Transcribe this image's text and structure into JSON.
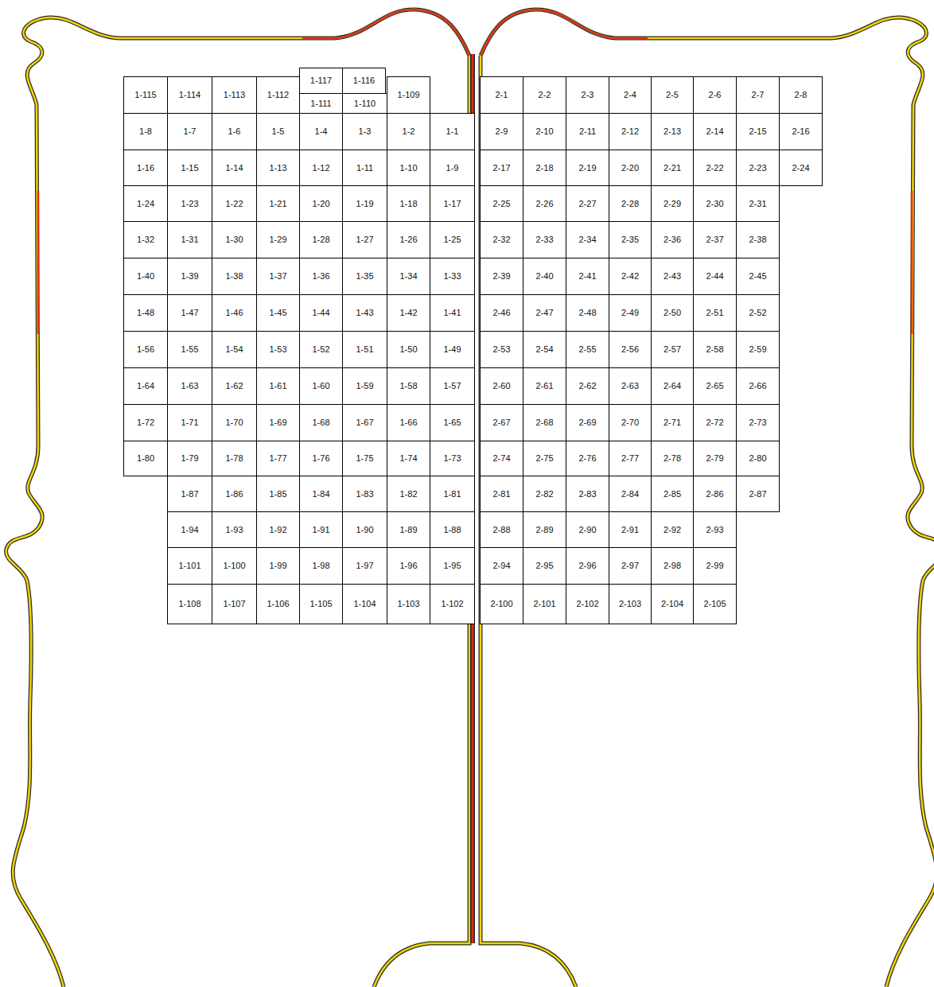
{
  "diagram": {
    "nodes": [
      {
        "text": [
          "1-117"
        ]
      },
      {
        "text": [
          "1-116"
        ]
      },
      {
        "text": [
          "1-115"
        ]
      },
      {
        "text": [
          "1-114"
        ]
      },
      {
        "text": [
          "1-113"
        ]
      },
      {
        "text": [
          "1-112"
        ]
      },
      {
        "text": [
          "1-111"
        ]
      },
      {
        "text": [
          "1-110"
        ]
      },
      {
        "text": [
          "1-109"
        ]
      },
      {
        "text": [
          "2-1"
        ]
      },
      {
        "text": [
          "2-2"
        ]
      },
      {
        "text": [
          "2-3"
        ]
      },
      {
        "text": [
          "2-4"
        ]
      },
      {
        "text": [
          "2-5"
        ]
      },
      {
        "text": [
          "2-6"
        ]
      },
      {
        "text": [
          "2-7"
        ]
      },
      {
        "text": [
          "2-8"
        ]
      },
      {
        "text": [
          "1-8"
        ]
      },
      {
        "text": [
          "1-7"
        ]
      },
      {
        "text": [
          "1-6"
        ]
      },
      {
        "text": [
          "1-5"
        ]
      },
      {
        "text": [
          "1-4"
        ]
      },
      {
        "text": [
          "1-3"
        ]
      },
      {
        "text": [
          "1-2"
        ]
      },
      {
        "text": [
          "1-1"
        ]
      },
      {
        "text": [
          "2-9"
        ]
      },
      {
        "text": [
          "2-10"
        ]
      },
      {
        "text": [
          "2-11"
        ]
      },
      {
        "text": [
          "2-12"
        ]
      },
      {
        "text": [
          "2-13"
        ]
      },
      {
        "text": [
          "2-14"
        ]
      },
      {
        "text": [
          "2-15"
        ]
      },
      {
        "text": [
          "2-16"
        ]
      },
      {
        "text": [
          "1-16"
        ]
      },
      {
        "text": [
          "1-15"
        ]
      },
      {
        "text": [
          "1-14"
        ]
      },
      {
        "text": [
          "1-13"
        ]
      },
      {
        "text": [
          "1-12"
        ]
      },
      {
        "text": [
          "1-11"
        ]
      },
      {
        "text": [
          "1-10"
        ]
      },
      {
        "text": [
          "1-9"
        ]
      },
      {
        "text": [
          "2-17"
        ]
      },
      {
        "text": [
          "2-18"
        ]
      },
      {
        "text": [
          "2-19"
        ]
      },
      {
        "text": [
          "2-20"
        ]
      },
      {
        "text": [
          "2-21"
        ]
      },
      {
        "text": [
          "2-22"
        ]
      },
      {
        "text": [
          "2-23"
        ]
      },
      {
        "text": [
          "2-24"
        ]
      },
      {
        "text": [
          "1-24"
        ]
      },
      {
        "text": [
          "1-23"
        ]
      },
      {
        "text": [
          "1-22"
        ]
      },
      {
        "text": [
          "1-21"
        ]
      },
      {
        "text": [
          "1-20"
        ]
      },
      {
        "text": [
          "1-19"
        ]
      },
      {
        "text": [
          "1-18"
        ]
      },
      {
        "text": [
          "1-17"
        ]
      },
      {
        "text": [
          "2-25"
        ]
      },
      {
        "text": [
          "2-26"
        ]
      },
      {
        "text": [
          "2-27"
        ]
      },
      {
        "text": [
          "2-28"
        ]
      },
      {
        "text": [
          "2-29"
        ]
      },
      {
        "text": [
          "2-30"
        ]
      },
      {
        "text": [
          "2-31"
        ]
      },
      {
        "text": [
          "1-32"
        ]
      },
      {
        "text": [
          "1-31"
        ]
      },
      {
        "text": [
          "1-30"
        ]
      },
      {
        "text": [
          "1-29"
        ]
      },
      {
        "text": [
          "1-28"
        ]
      },
      {
        "text": [
          "1-27"
        ]
      },
      {
        "text": [
          "1-26"
        ]
      },
      {
        "text": [
          "1-25"
        ]
      },
      {
        "text": [
          "2-32"
        ]
      },
      {
        "text": [
          "2-33"
        ]
      },
      {
        "text": [
          "2-34"
        ]
      },
      {
        "text": [
          "2-35"
        ]
      },
      {
        "text": [
          "2-36"
        ]
      },
      {
        "text": [
          "2-37"
        ]
      },
      {
        "text": [
          "2-38"
        ]
      },
      {
        "text": [
          "1-40"
        ]
      },
      {
        "text": [
          "1-39"
        ]
      },
      {
        "text": [
          "1-38"
        ]
      },
      {
        "text": [
          "1-37"
        ]
      },
      {
        "text": [
          "1-36"
        ]
      },
      {
        "text": [
          "1-35"
        ]
      },
      {
        "text": [
          "1-34"
        ]
      },
      {
        "text": [
          "1-33"
        ]
      },
      {
        "text": [
          "2-39"
        ]
      },
      {
        "text": [
          "2-40"
        ]
      },
      {
        "text": [
          "2-41"
        ]
      },
      {
        "text": [
          "2-42"
        ]
      },
      {
        "text": [
          "2-43"
        ]
      },
      {
        "text": [
          "2-44"
        ]
      },
      {
        "text": [
          "2-45"
        ]
      },
      {
        "text": [
          "1-48"
        ]
      },
      {
        "text": [
          "1-47"
        ]
      },
      {
        "text": [
          "1-46"
        ]
      },
      {
        "text": [
          "1-45"
        ]
      },
      {
        "text": [
          "1-44"
        ]
      },
      {
        "text": [
          "1-43"
        ]
      },
      {
        "text": [
          "1-42"
        ]
      },
      {
        "text": [
          "1-41"
        ]
      },
      {
        "text": [
          "2-46"
        ]
      },
      {
        "text": [
          "2-47"
        ]
      },
      {
        "text": [
          "2-48"
        ]
      },
      {
        "text": [
          "2-49"
        ]
      },
      {
        "text": [
          "2-50"
        ]
      },
      {
        "text": [
          "2-51"
        ]
      },
      {
        "text": [
          "2-52"
        ]
      },
      {
        "text": [
          "1-56"
        ]
      },
      {
        "text": [
          "1-55"
        ]
      },
      {
        "text": [
          "1-54"
        ]
      },
      {
        "text": [
          "1-53"
        ]
      },
      {
        "text": [
          "1-52"
        ]
      },
      {
        "text": [
          "1-51"
        ]
      },
      {
        "text": [
          "1-50"
        ]
      },
      {
        "text": [
          "1-49"
        ]
      },
      {
        "text": [
          "2-53"
        ]
      },
      {
        "text": [
          "2-54"
        ]
      },
      {
        "text": [
          "2-55"
        ]
      },
      {
        "text": [
          "2-56"
        ]
      },
      {
        "text": [
          "2-57"
        ]
      },
      {
        "text": [
          "2-58"
        ]
      },
      {
        "text": [
          "2-59"
        ]
      },
      {
        "text": [
          "1-64"
        ]
      },
      {
        "text": [
          "1-63"
        ]
      },
      {
        "text": [
          "1-62"
        ]
      },
      {
        "text": [
          "1-61"
        ]
      },
      {
        "text": [
          "1-60"
        ]
      },
      {
        "text": [
          "1-59"
        ]
      },
      {
        "text": [
          "1-58"
        ]
      },
      {
        "text": [
          "1-57"
        ]
      },
      {
        "text": [
          "2-60"
        ]
      },
      {
        "text": [
          "2-61"
        ]
      },
      {
        "text": [
          "2-62"
        ]
      },
      {
        "text": [
          "2-63"
        ]
      },
      {
        "text": [
          "2-64"
        ]
      },
      {
        "text": [
          "2-65"
        ]
      },
      {
        "text": [
          "2-66"
        ]
      },
      {
        "text": [
          "1-72"
        ]
      },
      {
        "text": [
          "1-71"
        ]
      },
      {
        "text": [
          "1-70"
        ]
      },
      {
        "text": [
          "1-69"
        ]
      },
      {
        "text": [
          "1-68"
        ]
      },
      {
        "text": [
          "1-67"
        ]
      },
      {
        "text": [
          "1-66"
        ]
      },
      {
        "text": [
          "1-65"
        ]
      },
      {
        "text": [
          "2-67"
        ]
      },
      {
        "text": [
          "2-68"
        ]
      },
      {
        "text": [
          "2-69"
        ]
      },
      {
        "text": [
          "2-70"
        ]
      },
      {
        "text": [
          "2-71"
        ]
      },
      {
        "text": [
          "2-72"
        ]
      },
      {
        "text": [
          "2-73"
        ]
      },
      {
        "text": [
          "1-80"
        ]
      },
      {
        "text": [
          "1-79"
        ]
      },
      {
        "text": [
          "1-78"
        ]
      },
      {
        "text": [
          "1-77"
        ]
      },
      {
        "text": [
          "1-76"
        ]
      },
      {
        "text": [
          "1-75"
        ]
      },
      {
        "text": [
          "1-74"
        ]
      },
      {
        "text": [
          "1-73"
        ]
      },
      {
        "text": [
          "2-74"
        ]
      },
      {
        "text": [
          "2-75"
        ]
      },
      {
        "text": [
          "2-76"
        ]
      },
      {
        "text": [
          "2-77"
        ]
      },
      {
        "text": [
          "2-78"
        ]
      },
      {
        "text": [
          "2-79"
        ]
      },
      {
        "text": [
          "2-80"
        ]
      },
      {
        "text": [
          "1-87"
        ]
      },
      {
        "text": [
          "1-86"
        ]
      },
      {
        "text": [
          "1-85"
        ]
      },
      {
        "text": [
          "1-84"
        ]
      },
      {
        "text": [
          "1-83"
        ]
      },
      {
        "text": [
          "1-82"
        ]
      },
      {
        "text": [
          "1-81"
        ]
      },
      {
        "text": [
          "2-81"
        ]
      },
      {
        "text": [
          "2-82"
        ]
      },
      {
        "text": [
          "2-83"
        ]
      },
      {
        "text": [
          "2-84"
        ]
      },
      {
        "text": [
          "2-85"
        ]
      },
      {
        "text": [
          "2-86"
        ]
      },
      {
        "text": [
          "2-87"
        ]
      },
      {
        "text": [
          "1-94"
        ]
      },
      {
        "text": [
          "1-93"
        ]
      },
      {
        "text": [
          "1-92"
        ]
      },
      {
        "text": [
          "1-91"
        ]
      },
      {
        "text": [
          "1-90"
        ]
      },
      {
        "text": [
          "1-89"
        ]
      },
      {
        "text": [
          "1-88"
        ]
      },
      {
        "text": [
          "2-88"
        ]
      },
      {
        "text": [
          "2-89"
        ]
      },
      {
        "text": [
          "2-90"
        ]
      },
      {
        "text": [
          "2-91"
        ]
      },
      {
        "text": [
          "2-92"
        ]
      },
      {
        "text": [
          "2-93"
        ]
      },
      {
        "text": [
          "1-101"
        ]
      },
      {
        "text": [
          "1-100"
        ]
      },
      {
        "text": [
          "1-99"
        ]
      },
      {
        "text": [
          "1-98"
        ]
      },
      {
        "text": [
          "1-97"
        ]
      },
      {
        "text": [
          "1-96"
        ]
      },
      {
        "text": [
          "1-95"
        ]
      },
      {
        "text": [
          "2-94"
        ]
      },
      {
        "text": [
          "2-95"
        ]
      },
      {
        "text": [
          "2-96"
        ]
      },
      {
        "text": [
          "2-97"
        ]
      },
      {
        "text": [
          "2-98"
        ]
      },
      {
        "text": [
          "2-99"
        ]
      },
      {
        "text": [
          "1-108"
        ]
      },
      {
        "text": [
          "1-107"
        ]
      },
      {
        "text": [
          "1-106"
        ]
      },
      {
        "text": [
          "1-105"
        ]
      },
      {
        "text": [
          "1-104"
        ]
      },
      {
        "text": [
          "1-103"
        ]
      },
      {
        "text": [
          "1-102"
        ]
      },
      {
        "text": [
          "2-100"
        ]
      },
      {
        "text": [
          "2-101"
        ]
      },
      {
        "text": [
          "2-102"
        ]
      },
      {
        "text": [
          "2-103"
        ]
      },
      {
        "text": [
          "2-104"
        ]
      },
      {
        "text": [
          "2-105"
        ]
      }
    ]
  }
}
